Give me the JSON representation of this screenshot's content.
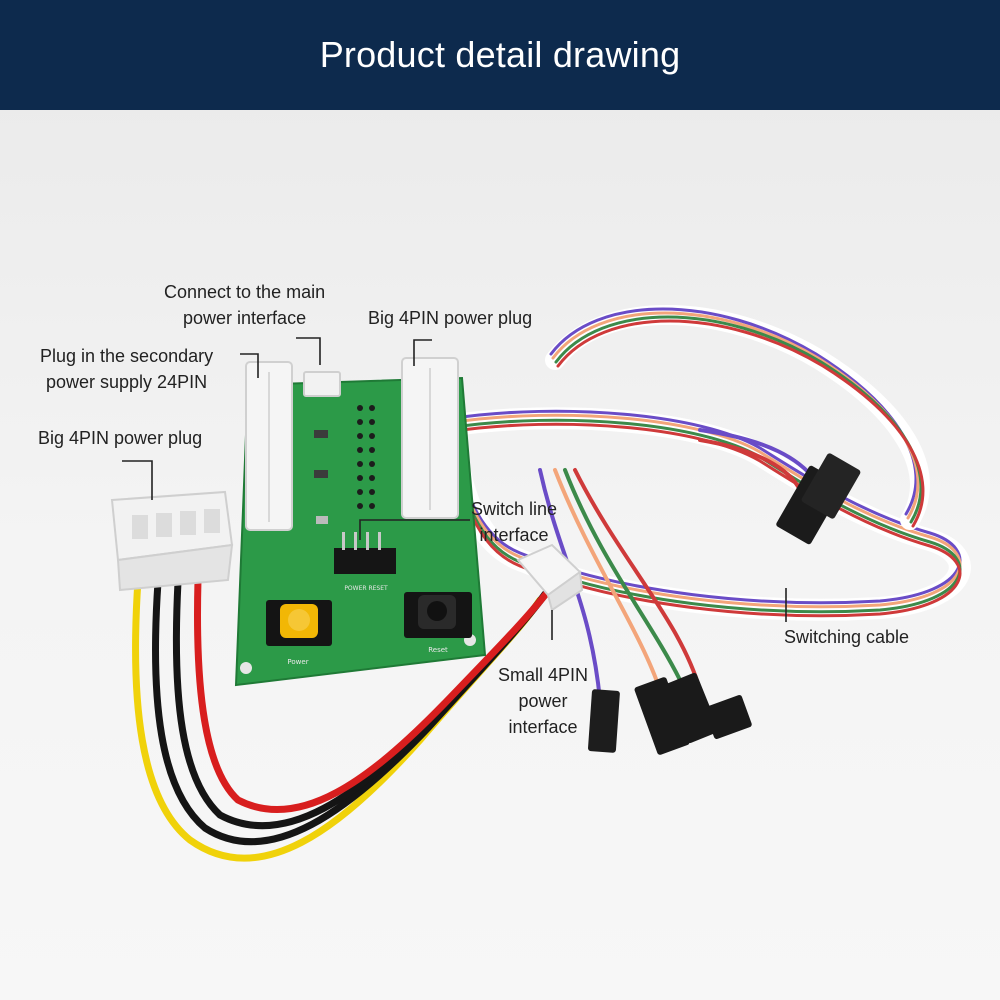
{
  "header": {
    "title": "Product detail drawing",
    "background": "#0d2a4d"
  },
  "callouts": {
    "connect_main": {
      "line1": "Connect to the main",
      "line2": "power interface"
    },
    "big4pin_top": {
      "text": "Big 4PIN power plug"
    },
    "secondary_24pin": {
      "line1": "Plug in the secondary",
      "line2": "power supply 24PIN"
    },
    "big4pin_left": {
      "text": "Big 4PIN power plug"
    },
    "switch_line": {
      "line1": "Switch line",
      "line2": "interface"
    },
    "switching_cable": {
      "text": "Switching cable"
    },
    "small4pin": {
      "line1": "Small 4PIN",
      "line2": "power",
      "line3": "interface"
    }
  },
  "board_labels": {
    "power_button": "Power",
    "reset_button": "Reset",
    "header_pins": "POWER RESET"
  },
  "colors": {
    "pcb": "#2c9a48",
    "power_button_cap": "#f2b705",
    "reset_button_cap": "#222222",
    "wire_red": "#d81e1e",
    "wire_yellow": "#f0d20a",
    "wire_black": "#151515"
  }
}
